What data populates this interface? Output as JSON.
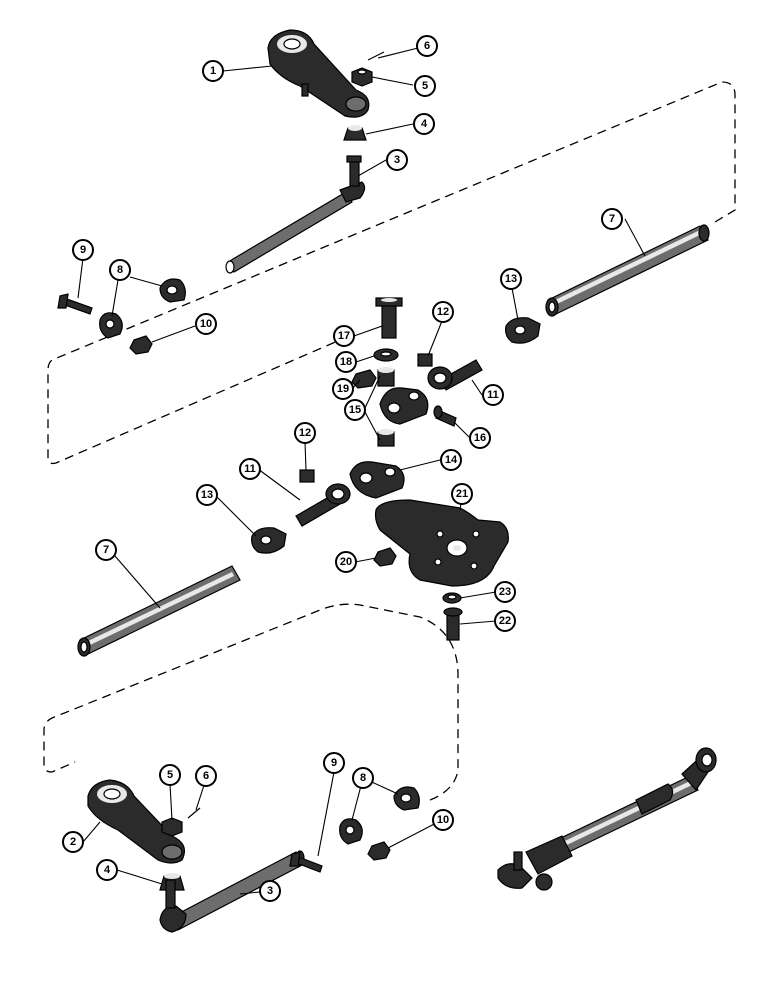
{
  "callouts": {
    "c1": "1",
    "c2": "2",
    "c3a": "3",
    "c3b": "3",
    "c4a": "4",
    "c4b": "4",
    "c5a": "5",
    "c5b": "5",
    "c6a": "6",
    "c6b": "6",
    "c7a": "7",
    "c7b": "7",
    "c8a": "8",
    "c8b": "8",
    "c9a": "9",
    "c9b": "9",
    "c10a": "10",
    "c10b": "10",
    "c11a": "11",
    "c11b": "11",
    "c12a": "12",
    "c12b": "12",
    "c13a": "13",
    "c13b": "13",
    "c14": "14",
    "c15": "15",
    "c16": "16",
    "c17": "17",
    "c18": "18",
    "c19": "19",
    "c20": "20",
    "c21": "21",
    "c22": "22",
    "c23": "23"
  }
}
